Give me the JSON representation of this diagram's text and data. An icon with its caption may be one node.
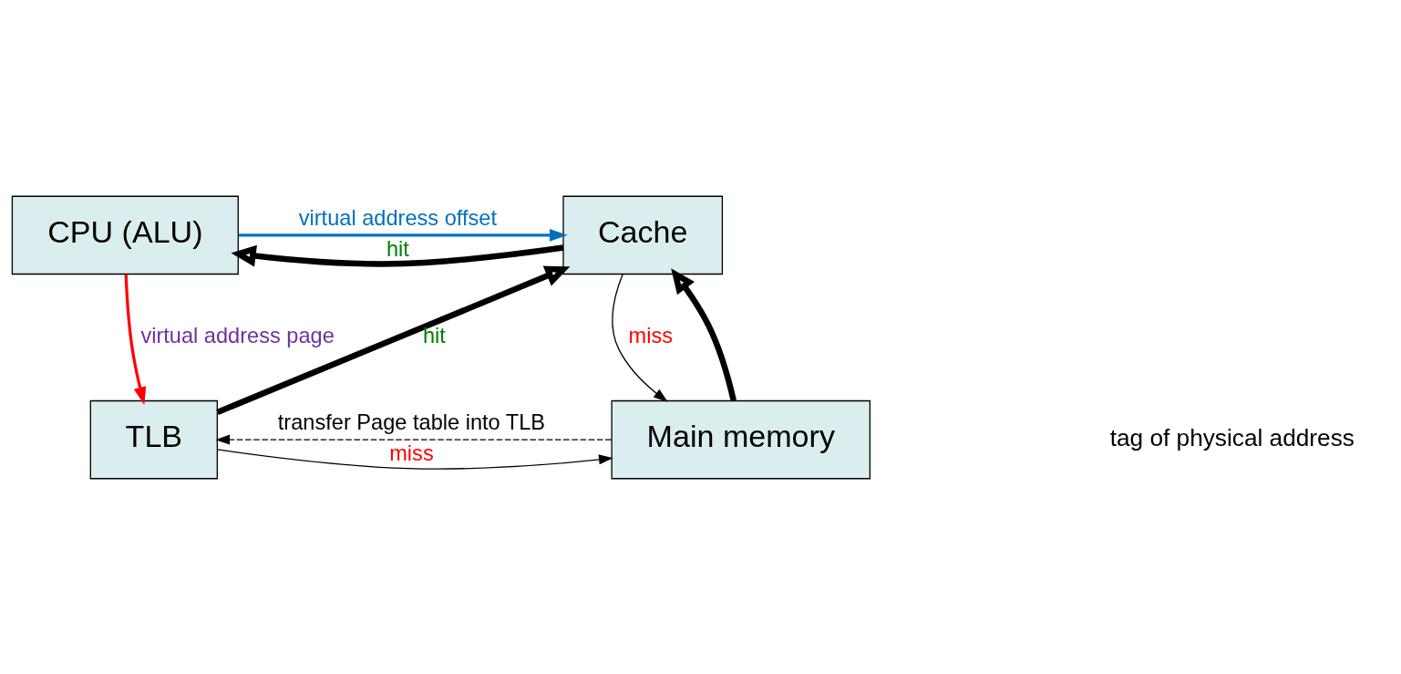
{
  "diagram": {
    "nodes": [
      {
        "text": [
          "CPU (ALU)"
        ]
      },
      {
        "text": [
          "Cache"
        ]
      },
      {
        "text": [
          "TLB"
        ]
      },
      {
        "text": [
          "Main memory"
        ]
      }
    ],
    "edges": [
      {
        "from": 1,
        "to": 0,
        "arrow": "to",
        "label": "hit",
        "style": "thick"
      },
      {
        "from": 0,
        "to": 2,
        "arrow": "to",
        "label": "virtual address page",
        "color": "#ff0000"
      },
      {
        "from": 0,
        "to": 1,
        "arrow": "to",
        "label": "virtual address offset",
        "color": "#0070c0"
      },
      {
        "from": 1,
        "to": 3,
        "arrow": "to",
        "label": "miss"
      },
      {
        "from": 3,
        "to": 1,
        "arrow": "to",
        "style": "thick"
      },
      {
        "from": 2,
        "to": 3,
        "arrow": "to",
        "label": "miss"
      },
      {
        "from": 3,
        "to": 2,
        "arrow": "to",
        "label": "transfer Page table into TLB",
        "style": "dashed"
      },
      {
        "from": 2,
        "to": 1,
        "arrow": "to",
        "label": "hit",
        "style": "thick"
      }
    ],
    "labels": [
      "tag of physical address"
    ]
  }
}
